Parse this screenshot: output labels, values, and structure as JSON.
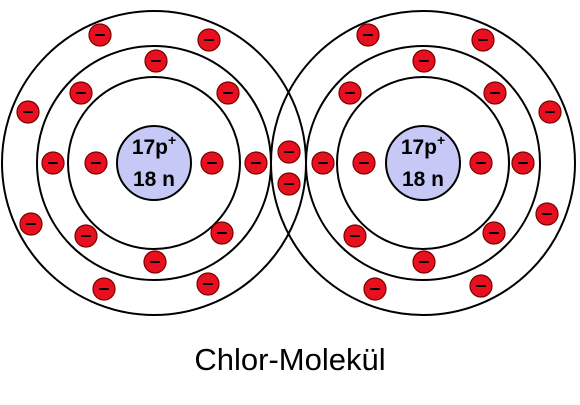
{
  "caption": "Chlor-Molekül",
  "atoms": [
    {
      "protons_label": "17p",
      "protons_charge": "+",
      "neutrons_label": "18 n"
    },
    {
      "protons_label": "17p",
      "protons_charge": "+",
      "neutrons_label": "18 n"
    }
  ],
  "colors": {
    "electron": "#e8101e",
    "nucleus": "#c6c8f5",
    "shell": "#000000"
  },
  "shells_per_atom": 3,
  "electrons_per_shell": [
    2,
    8,
    7
  ],
  "shared_electrons": 2
}
